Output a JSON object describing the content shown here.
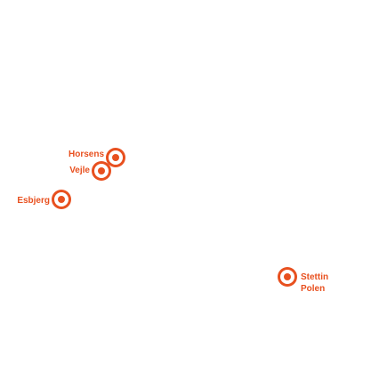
{
  "accent_color": "#e8501f",
  "background_color": "#ffffff",
  "locations": [
    {
      "name": "Horsens",
      "icon": "location-marker-icon"
    },
    {
      "name": "Vejle",
      "icon": "location-marker-icon"
    },
    {
      "name": "Esbjerg",
      "icon": "location-marker-icon"
    },
    {
      "name": "Stettin",
      "subtitle": "Polen",
      "icon": "location-marker-icon"
    }
  ]
}
